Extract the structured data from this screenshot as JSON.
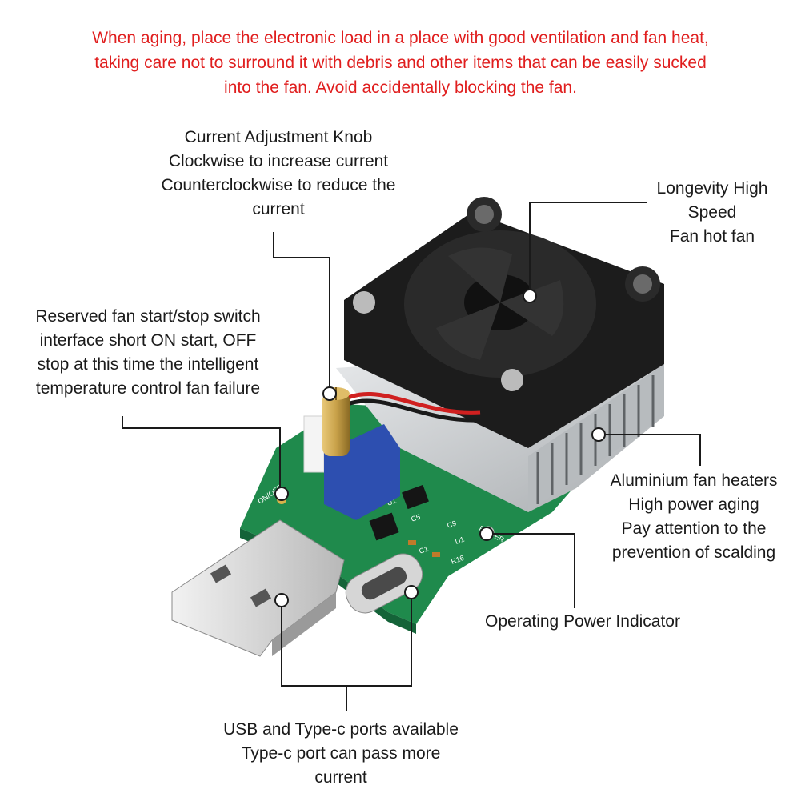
{
  "warning": {
    "lines": [
      "When aging, place the electronic load in a place with good ventilation and fan heat,",
      "taking care not to surround it with debris and other items that can be easily sucked",
      "into the fan. Avoid accidentally blocking the fan."
    ]
  },
  "callouts": {
    "knob": [
      "Current Adjustment Knob",
      "Clockwise to increase current",
      "Counterclockwise to reduce the",
      "current"
    ],
    "fan": [
      "Longevity High",
      "Speed",
      "Fan hot fan"
    ],
    "switch": [
      "Reserved fan start/stop switch",
      "interface short ON start, OFF",
      "stop at this time the intelligent",
      "temperature control fan failure"
    ],
    "heatsink": [
      "Aluminium fan heaters",
      "High power aging",
      "Pay attention to the",
      "prevention of scalding"
    ],
    "indicator": [
      "Operating Power Indicator"
    ],
    "ports": [
      "USB and Type-c ports available",
      "Type-c port can pass more",
      "current"
    ]
  },
  "board_marks": {
    "switch_silk": "ON/OFF",
    "power_silk": "POWER",
    "components": [
      "U1",
      "C9",
      "C5",
      "C1",
      "D1",
      "R16"
    ]
  },
  "colors": {
    "warning_text": "#e01e1e",
    "pcb": "#1f8a4c",
    "heatsink": "#c9ccce",
    "fan": "#1c1c1c",
    "potentiometer": "#2d4fb0",
    "knob_brass": "#c9a24a"
  }
}
